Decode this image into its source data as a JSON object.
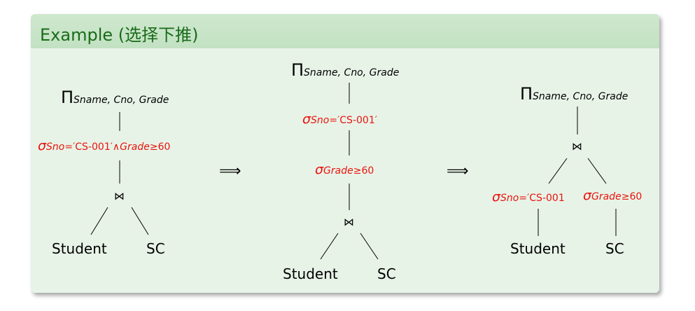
{
  "block": {
    "title": "Example (选择下推)"
  },
  "pi_symbol": "Π",
  "sigma_symbol": "σ",
  "join_symbol": "⋈",
  "arrow_symbol": "⟹",
  "projection_attrs": "Sname, Cno, Grade",
  "trees": {
    "left": {
      "selection_combined": {
        "attr1": "Sno",
        "op1": "=′CS-001′",
        "conj": "∧",
        "attr2": "Grade",
        "op2": "≥60"
      },
      "relation_left": "Student",
      "relation_right": "SC"
    },
    "middle": {
      "selection_sno": {
        "attr": "Sno",
        "op": "=′CS-001′"
      },
      "selection_grade": {
        "attr": "Grade",
        "op": "≥60"
      },
      "relation_left": "Student",
      "relation_right": "SC"
    },
    "right": {
      "selection_sno": {
        "attr": "Sno",
        "op": "=′CS-001"
      },
      "selection_grade": {
        "attr": "Grade",
        "op": "≥60"
      },
      "relation_left": "Student",
      "relation_right": "SC"
    }
  }
}
